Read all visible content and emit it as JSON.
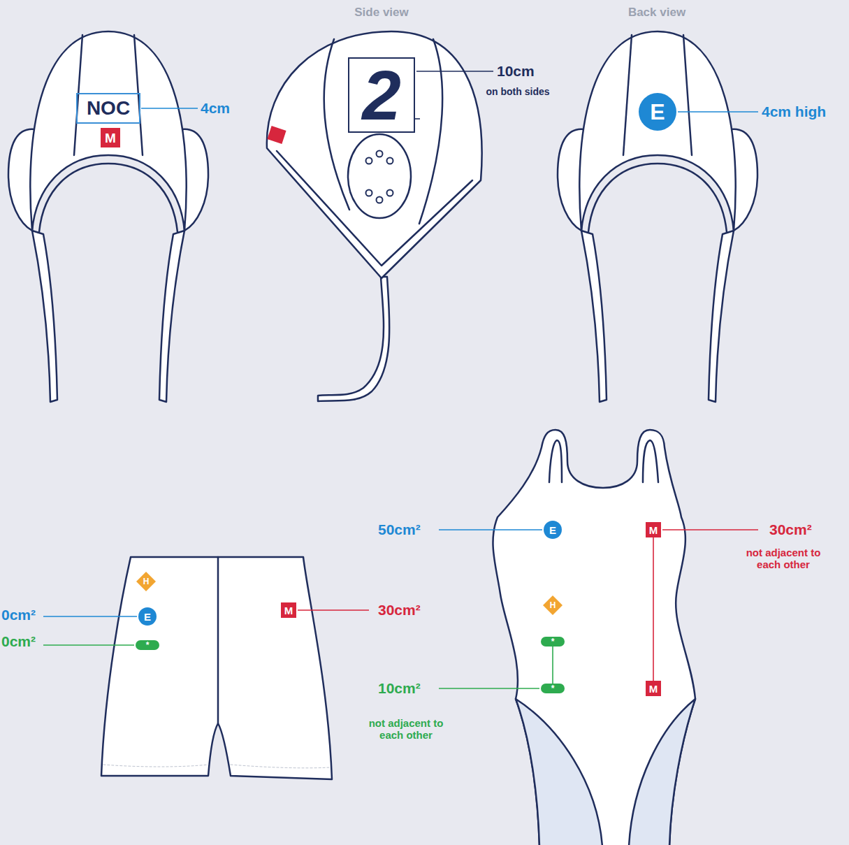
{
  "diagram": {
    "nodes": [
      {
        "text": [
          "NOC"
        ]
      },
      {
        "text": [
          "M"
        ]
      },
      {
        "text": [
          "2"
        ]
      },
      {
        "text": [
          "E"
        ]
      },
      {
        "text": [
          "H"
        ]
      },
      {
        "text": [
          "E"
        ]
      },
      {
        "text": [
          "*"
        ]
      },
      {
        "text": [
          "M"
        ]
      },
      {
        "text": [
          "E"
        ]
      },
      {
        "text": [
          "M"
        ]
      },
      {
        "text": [
          "H"
        ]
      },
      {
        "text": [
          "*"
        ]
      },
      {
        "text": [
          "*"
        ]
      },
      {
        "text": [
          "M"
        ]
      }
    ],
    "edges": [
      {
        "from": 9,
        "to": 13,
        "arrow": "none"
      },
      {
        "from": 11,
        "to": 12,
        "arrow": "none"
      }
    ],
    "labels": [
      "Side view",
      "Back view",
      "4cm",
      "10cm",
      "on both sides",
      "4cm high",
      "0cm²",
      "0cm²",
      "30cm²",
      "50cm²",
      "30cm²",
      "not adjacent to each other",
      "10cm²",
      "not adjacent to each other"
    ]
  }
}
